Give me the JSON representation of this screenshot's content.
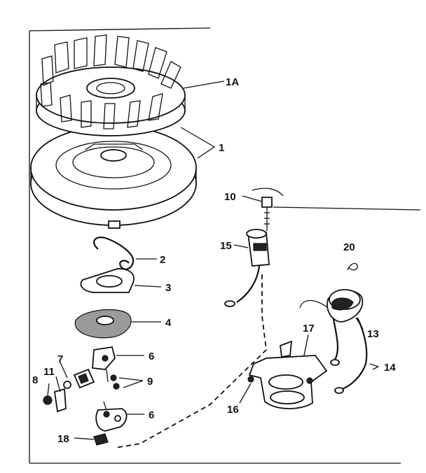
{
  "diagram": {
    "callouts": [
      {
        "id": "1A",
        "text": "1A"
      },
      {
        "id": "1",
        "text": "1"
      },
      {
        "id": "2",
        "text": "2"
      },
      {
        "id": "3",
        "text": "3"
      },
      {
        "id": "4",
        "text": "4"
      },
      {
        "id": "6a",
        "text": "6"
      },
      {
        "id": "6b",
        "text": "6"
      },
      {
        "id": "7",
        "text": "7"
      },
      {
        "id": "8",
        "text": "8"
      },
      {
        "id": "9",
        "text": "9"
      },
      {
        "id": "10",
        "text": "10"
      },
      {
        "id": "11",
        "text": "11"
      },
      {
        "id": "13",
        "text": "13"
      },
      {
        "id": "14",
        "text": "14"
      },
      {
        "id": "15",
        "text": "15"
      },
      {
        "id": "16",
        "text": "16"
      },
      {
        "id": "17",
        "text": "17"
      },
      {
        "id": "18",
        "text": "18"
      },
      {
        "id": "20",
        "text": "20"
      }
    ]
  }
}
